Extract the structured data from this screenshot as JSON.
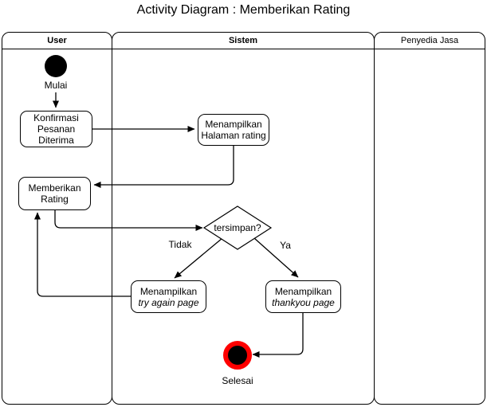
{
  "title": "Activity Diagram : Memberikan Rating",
  "lanes": [
    {
      "label": "User"
    },
    {
      "label": "Sistem"
    },
    {
      "label": "Penyedia Jasa"
    }
  ],
  "nodes": {
    "start_label": "Mulai",
    "konfirmasi": {
      "line1": "Konfirmasi",
      "line2": "Pesanan",
      "line3": "Diterima"
    },
    "halaman_rating": {
      "line1": "Menampilkan",
      "line2": "Halaman rating"
    },
    "memberikan_rating": {
      "line1": "Memberikan",
      "line2": "Rating"
    },
    "decision": {
      "label": "tersimpan?"
    },
    "try_again": {
      "line1": "Menampilkan",
      "line2": "try again page"
    },
    "thankyou": {
      "line1": "Menampilkan",
      "line2": "thankyou page"
    },
    "end_label": "Selesai"
  },
  "edges": {
    "no_label": "Tidak",
    "yes_label": "Ya"
  },
  "colors": {
    "stroke": "#000000",
    "node_fill": "#ffffff",
    "start_end_fill": "#000000",
    "end_ring": "#ff0000"
  }
}
